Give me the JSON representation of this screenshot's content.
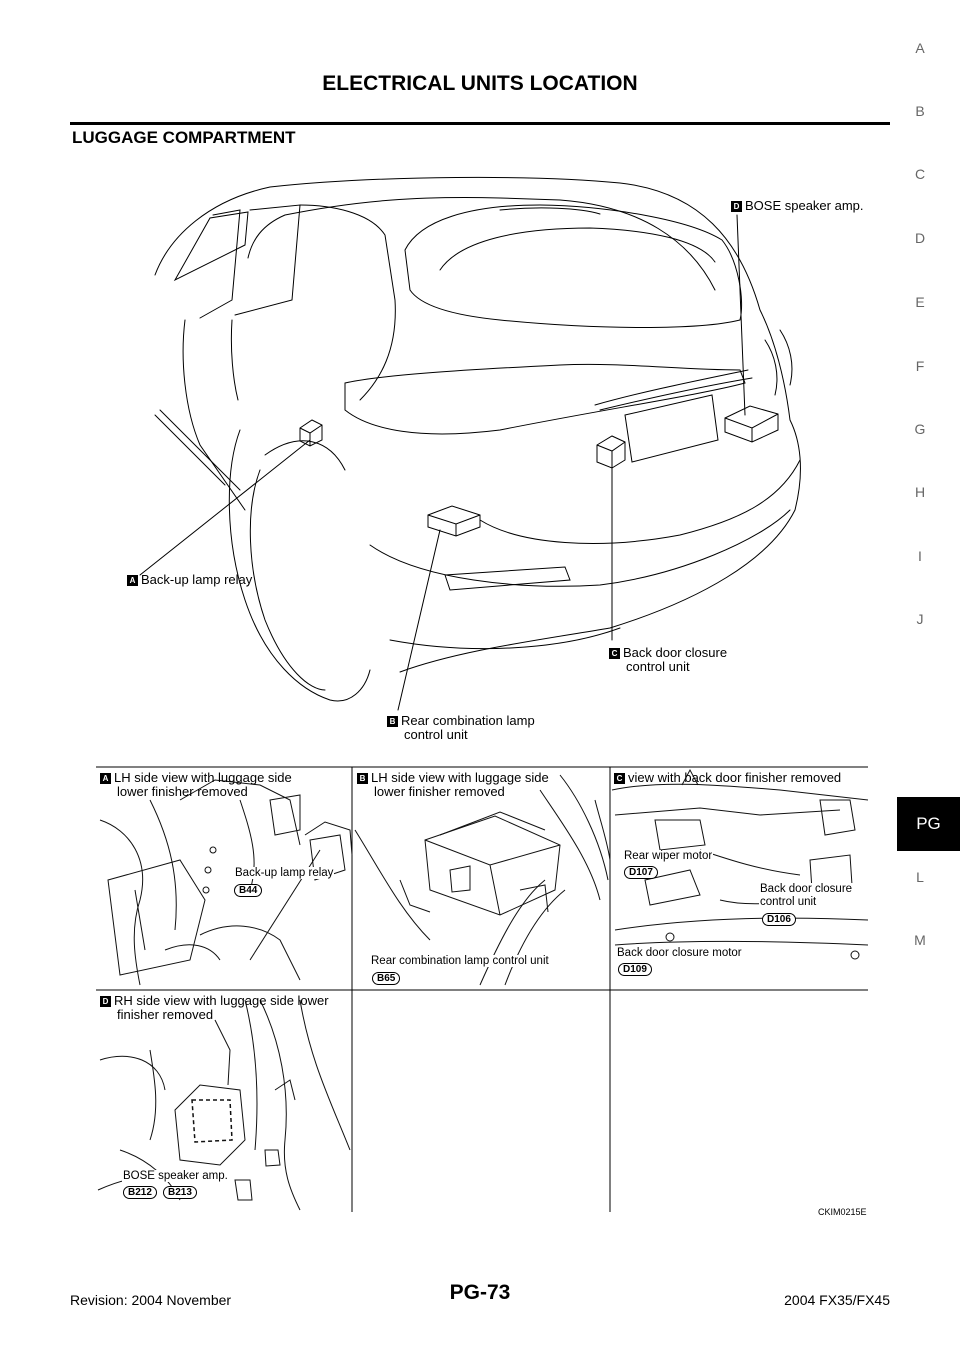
{
  "header": {
    "title": "ELECTRICAL UNITS LOCATION",
    "section": "LUGGAGE COMPARTMENT"
  },
  "side_index": {
    "letters": [
      "A",
      "B",
      "C",
      "D",
      "E",
      "F",
      "G",
      "H",
      "I",
      "J",
      "L",
      "M"
    ],
    "active": "PG"
  },
  "callouts": {
    "d": {
      "letter": "D",
      "label": "BOSE speaker amp."
    },
    "a": {
      "letter": "A",
      "label": "Back-up lamp relay"
    },
    "c": {
      "letter": "C",
      "line1": "Back door closure",
      "line2": "control unit"
    },
    "b": {
      "letter": "B",
      "line1": "Rear combination lamp",
      "line2": "control unit"
    }
  },
  "panels": {
    "a": {
      "letter": "A",
      "line1": "LH side view with luggage side",
      "line2": "lower finisher removed",
      "label": "Back-up lamp relay",
      "connector": "B44"
    },
    "b": {
      "letter": "B",
      "line1": "LH side view with luggage side",
      "line2": "lower finisher removed",
      "label": "Rear combination lamp control unit",
      "connector": "B65"
    },
    "c": {
      "letter": "C",
      "line1": "view with back door finisher removed",
      "wiper_label": "Rear wiper motor",
      "wiper_connector": "D107",
      "closure_unit_line1": "Back door closure",
      "closure_unit_line2": "control unit",
      "closure_unit_connector": "D106",
      "motor_label": "Back door closure motor",
      "motor_connector": "D109"
    },
    "d": {
      "letter": "D",
      "line1": "RH side view with luggage side lower",
      "line2": "finisher removed",
      "label": "BOSE speaker amp.",
      "connector1": "B212",
      "connector2": "B213"
    }
  },
  "figure_code": "CKIM0215E",
  "footer": {
    "revision": "Revision: 2004 November",
    "page": "PG-73",
    "model": "2004 FX35/FX45"
  }
}
